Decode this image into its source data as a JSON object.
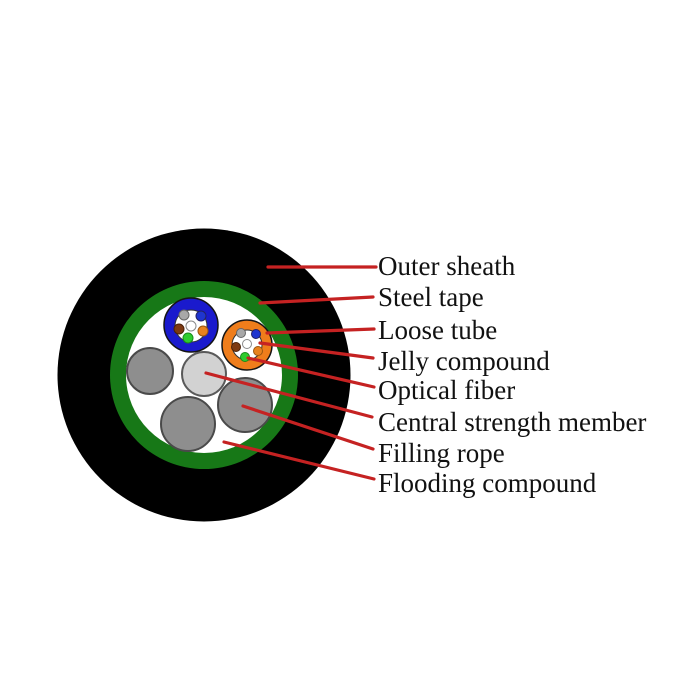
{
  "figure": {
    "subject": "Fiber optic cable cross-section diagram",
    "background": "#ffffff"
  },
  "labels": [
    {
      "id": "outer-sheath",
      "text": "Outer sheath"
    },
    {
      "id": "steel-tape",
      "text": "Steel tape"
    },
    {
      "id": "loose-tube",
      "text": "Loose tube"
    },
    {
      "id": "jelly-compound",
      "text": "Jelly compound"
    },
    {
      "id": "optical-fiber",
      "text": "Optical fiber"
    },
    {
      "id": "central-strength-member",
      "text": "Central strength member"
    },
    {
      "id": "filling-rope",
      "text": "Filling rope"
    },
    {
      "id": "flooding-compound",
      "text": "Flooding compound"
    }
  ],
  "colors": {
    "outer_sheath_black": "#000000",
    "steel_tape_green": "#177817",
    "interior_white": "#ffffff",
    "loose_tube_blue": "#1a1acd",
    "loose_tube_orange": "#ef7d1b",
    "tube_inner_white": "#ffffff",
    "filling_rope_gray": "#8e8e8e",
    "central_strength_gray": "#d2d2d2",
    "leader_line_red": "#c52222",
    "fiber_gray": "#a8a8a8",
    "fiber_blue": "#1f35cf",
    "fiber_brown": "#7d3a12",
    "fiber_orange": "#e8821e",
    "fiber_green": "#2ecc2e",
    "fiber_white": "#ffffff",
    "label_text": "#111111"
  }
}
